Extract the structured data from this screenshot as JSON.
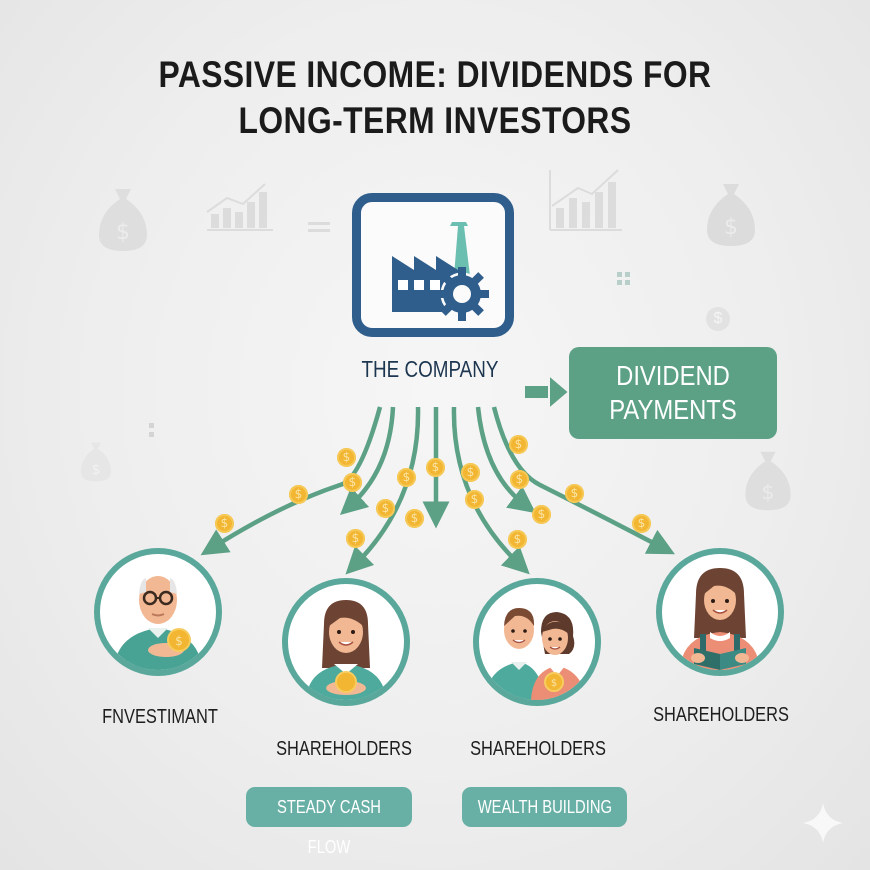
{
  "title": {
    "line1": "PASSIVE INCOME: DIVIDENDS FOR",
    "line2": "LONG-TERM INVESTORS"
  },
  "company": {
    "label": "THE COMPANY",
    "icon": "factory-gear-icon"
  },
  "dividend_box": {
    "line1": "DIVIDEND",
    "line2": "PAYMENTS",
    "color": "#5ca186"
  },
  "recipients": [
    {
      "label": "FNVESTIMANT",
      "icon": "elderly-man-holding-coin-icon"
    },
    {
      "label": "SHAREHOLDERS",
      "icon": "woman-holding-coin-icon"
    },
    {
      "label": "SHAREHOLDERS",
      "icon": "couple-with-coin-icon"
    },
    {
      "label": "SHAREHOLDERS",
      "icon": "girl-reading-book-icon"
    }
  ],
  "pills": [
    {
      "label": "STEADY CASH FLOW"
    },
    {
      "label": "WEALTH BUILDING"
    }
  ],
  "colors": {
    "accent_teal": "#5aa89b",
    "arrow_green": "#5ca186",
    "company_blue": "#2f5e8c",
    "coin_gold": "#f2b632",
    "pill_teal": "#68b0a6"
  },
  "background_icons": [
    "money-bag-icon",
    "growth-chart-icon",
    "money-bag-icon",
    "growth-chart-icon",
    "money-bag-icon",
    "money-bag-icon",
    "sparkle-icon"
  ]
}
